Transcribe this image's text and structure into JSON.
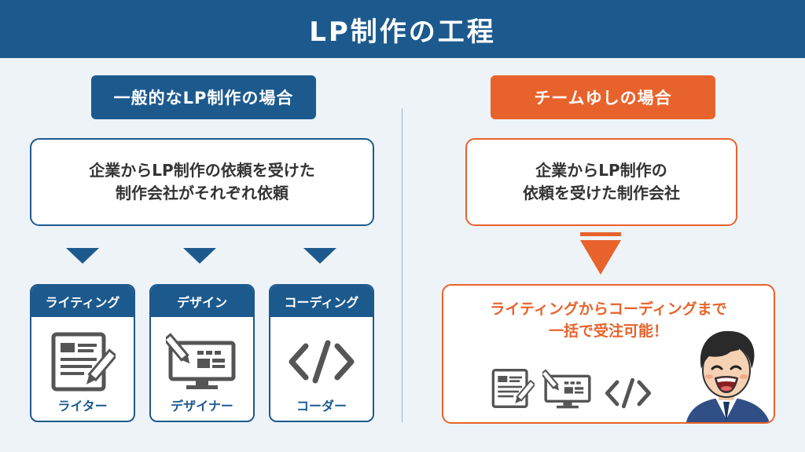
{
  "header": {
    "title": "LP制作の工程"
  },
  "left": {
    "label": "一般的なLP制作の場合",
    "box_line1": "企業からLP制作の依頼を受けた",
    "box_line2": "制作会社がそれぞれ依頼",
    "roles": [
      {
        "title": "ライティング",
        "person": "ライター",
        "icon": "document-pen-icon"
      },
      {
        "title": "デザイン",
        "person": "デザイナー",
        "icon": "monitor-pen-icon"
      },
      {
        "title": "コーディング",
        "person": "コーダー",
        "icon": "code-brackets-icon"
      }
    ]
  },
  "right": {
    "label": "チームゆしの場合",
    "box_line1": "企業からLP制作の",
    "box_line2": "依頼を受けた制作会社",
    "result_line1": "ライティングからコーディングまで",
    "result_line2": "一括で受注可能！"
  },
  "colors": {
    "navy": "#1c5a8e",
    "orange": "#e8632b",
    "background": "#eef3f8"
  }
}
